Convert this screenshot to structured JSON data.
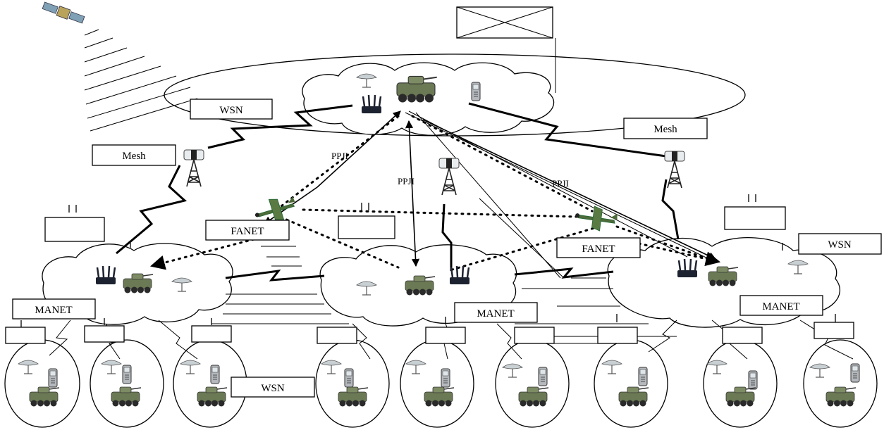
{
  "labels": {
    "wsn": "WSN",
    "mesh": "Mesh",
    "fanet": "FANET",
    "manet": "MANET",
    "pprl": "PPJI",
    "tick": "I I"
  },
  "icons": {
    "satellite": "satellite-icon",
    "command_vehicle": "armored-vehicle-icon",
    "tower": "cell-tower-icon",
    "router": "router-icon",
    "uav": "uav-drone-icon",
    "phone": "mobile-phone-icon",
    "sensor": "sensor-node-icon",
    "flag": "crossed-flag-icon"
  },
  "colors": {
    "vehicle_green": "#6b7a55",
    "uav_green": "#4d6b3a",
    "sensor_gray": "#9aa3a8",
    "router_dark": "#1d2230"
  }
}
